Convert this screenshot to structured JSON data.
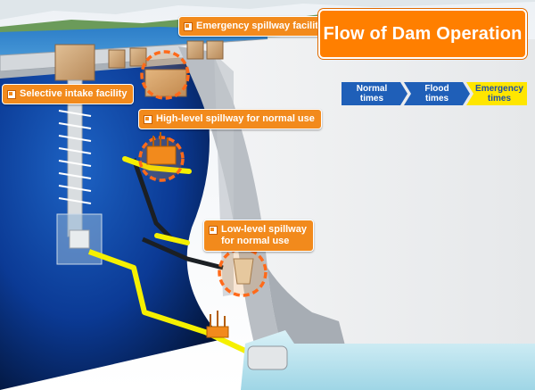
{
  "title": "Flow of Dam Operation",
  "labels": {
    "emergency_spillway": "Emergency spillway facility",
    "selective_intake": "Selective intake facility",
    "high_level_spillway": "High-level spillway for normal use",
    "low_level_spillway_line1": "Low-level spillway",
    "low_level_spillway_line2": "for normal use"
  },
  "stages": [
    {
      "line1": "Normal",
      "line2": "times",
      "active": false
    },
    {
      "line1": "Flood",
      "line2": "times",
      "active": false
    },
    {
      "line1": "Emergency",
      "line2": "times",
      "active": true
    }
  ],
  "colors": {
    "accent_orange": "#f28a1c",
    "title_orange": "#ff7f00",
    "water_blue": "#0a3b8f",
    "flow_yellow": "#f5f000",
    "stage_blue": "#1f5fb8",
    "stage_active": "#ffe600"
  }
}
